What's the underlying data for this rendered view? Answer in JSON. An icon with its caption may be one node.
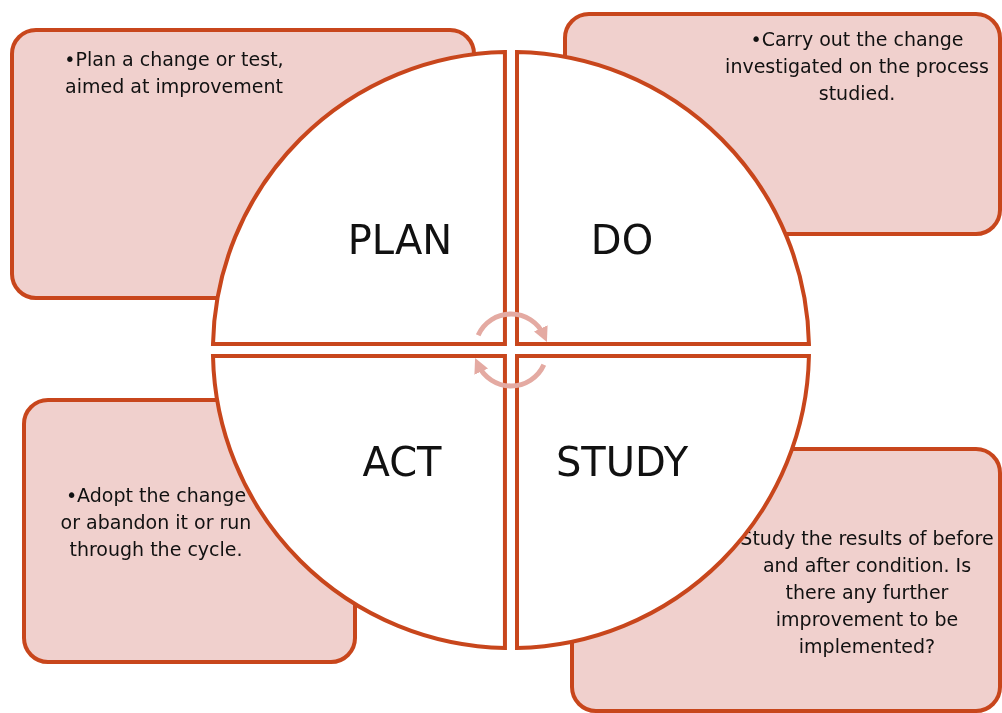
{
  "diagram": {
    "nodes": [
      {
        "text": [
          "•Plan a change or test, aimed at improvement"
        ]
      },
      {
        "text": [
          "•Carry out the change investigated on the process studied."
        ]
      },
      {
        "text": [
          "•Adopt the change or abandon it or run through the cycle."
        ]
      },
      {
        "text": [
          "Study the results of before and after condition. Is there any further improvement to be implemented?"
        ]
      },
      {
        "text": [
          "PLAN"
        ]
      },
      {
        "text": [
          "DO"
        ]
      },
      {
        "text": [
          "ACT"
        ]
      },
      {
        "text": [
          "STUDY"
        ]
      }
    ],
    "edges": [
      {
        "from": 4,
        "to": 5,
        "arrow": "to"
      },
      {
        "from": 7,
        "to": 6,
        "arrow": "to"
      }
    ]
  }
}
